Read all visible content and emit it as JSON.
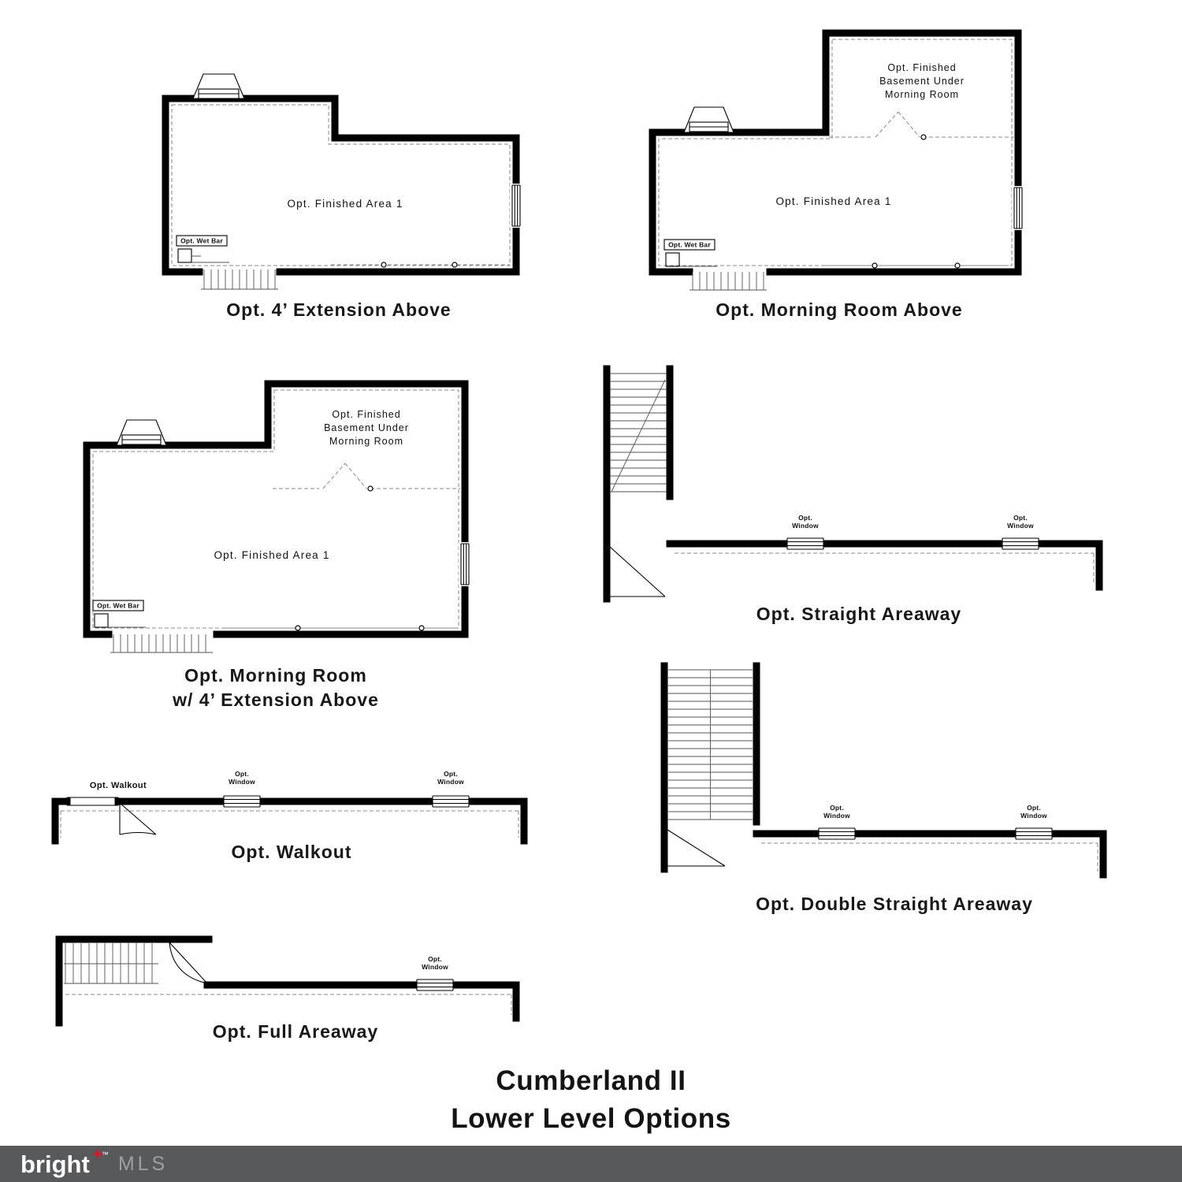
{
  "title": {
    "line1": "Cumberland II",
    "line2": "Lower Level Options"
  },
  "labels": {
    "finished_area": "Opt. Finished Area 1",
    "wet_bar": "Opt. Wet Bar",
    "basement_line1": "Opt. Finished",
    "basement_line2": "Basement Under",
    "basement_line3": "Morning Room",
    "window_line1": "Opt.",
    "window_line2": "Window",
    "walkout": "Opt. Walkout"
  },
  "captions": {
    "extension_above": "Opt. 4’ Extension Above",
    "morning_room_above": "Opt. Morning Room Above",
    "morning_ext_line1": "Opt. Morning Room",
    "morning_ext_line2": "w/ 4’ Extension Above",
    "straight_areaway": "Opt. Straight Areaway",
    "walkout": "Opt. Walkout",
    "double_straight_areaway": "Opt. Double Straight Areaway",
    "full_areaway": "Opt. Full Areaway"
  },
  "footer": {
    "brand": "bright",
    "tm": "™",
    "suffix": "MLS",
    "bar_color": "#58595b",
    "accent_color": "#c8202f",
    "suffix_color": "#9d9fa2"
  }
}
